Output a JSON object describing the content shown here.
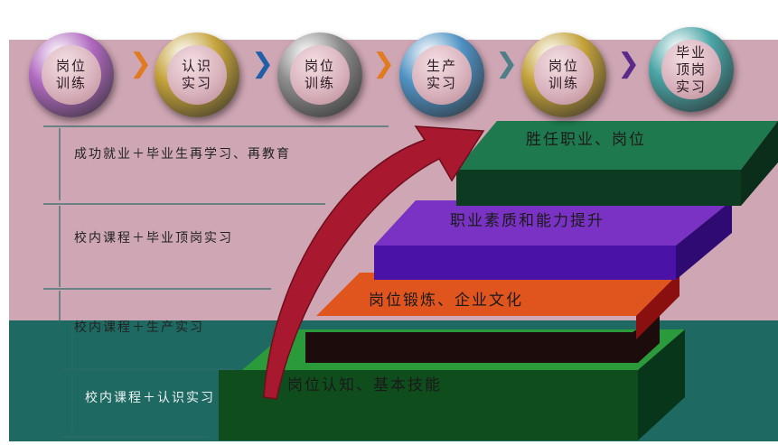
{
  "stages": [
    {
      "label": "岗位训练"
    },
    {
      "label": "认识实习"
    },
    {
      "label": "岗位训练"
    },
    {
      "label": "生产实习"
    },
    {
      "label": "岗位训练"
    },
    {
      "label": "毕业顶岗实习"
    }
  ],
  "stage_colors": [
    "#b06ac0",
    "#c4a23a",
    "#8c8c8c",
    "#4f92c4",
    "#c4a23a",
    "#4aa4a6"
  ],
  "arrow_colors": [
    "#e07b22",
    "#1f5fa8",
    "#e07b22",
    "#4f7f86",
    "#5a2a8a"
  ],
  "phases": [
    {
      "text": "成功就业＋毕业生再学习、再教育"
    },
    {
      "text": "校内课程＋毕业顶岗实习"
    },
    {
      "text": "校内课程＋生产实习"
    },
    {
      "text": "校内课程＋认识实习"
    }
  ],
  "steps": [
    {
      "label": "胜任职业、岗位",
      "color": "#1e7a4e"
    },
    {
      "label": "职业素质和能力提升",
      "color": "#6d2bb3"
    },
    {
      "label": "岗位锻炼、企业文化",
      "color": "#e0541e"
    },
    {
      "label": "岗位认知、基本技能",
      "color": "#1e7a2e"
    }
  ]
}
